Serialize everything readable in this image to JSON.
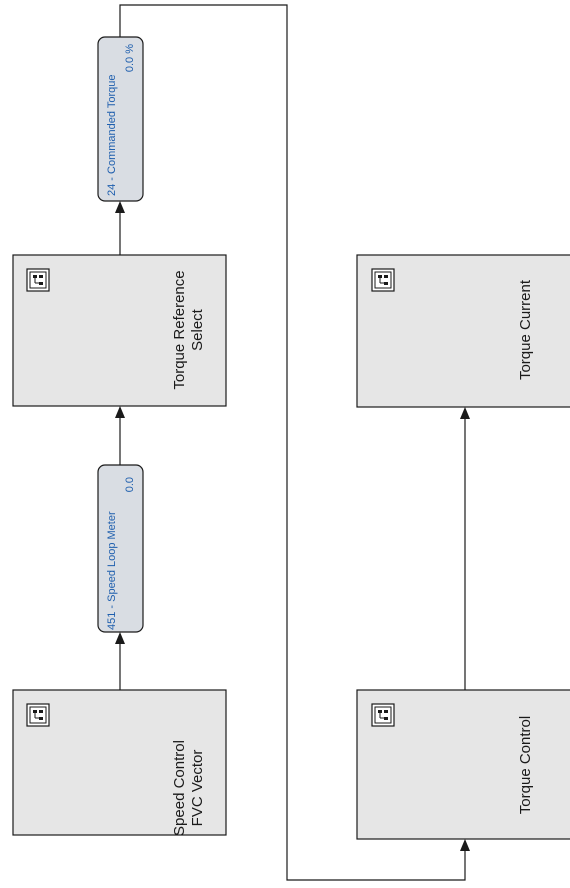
{
  "blocks": {
    "speed_control": {
      "line1": "Speed Control",
      "line2": "FVC Vector",
      "icon": "function-block-icon"
    },
    "torque_reference_select": {
      "line1": "Torque Reference",
      "line2": "Select",
      "icon": "function-block-icon"
    },
    "torque_control": {
      "line1": "Torque Control",
      "icon": "function-block-icon"
    },
    "torque_current": {
      "line1": "Torque Current",
      "icon": "function-block-icon"
    }
  },
  "meters": {
    "speed_loop_meter": {
      "label": "451 - Speed Loop Meter",
      "value": "0.0"
    },
    "commanded_torque": {
      "label": "24 - Commanded Torque",
      "value": "0.0  %"
    }
  },
  "colors": {
    "block_fill": "#e6e6e6",
    "meter_fill": "#d9dde3",
    "meter_text": "#1f5fae",
    "line": "#1a1a1a"
  }
}
